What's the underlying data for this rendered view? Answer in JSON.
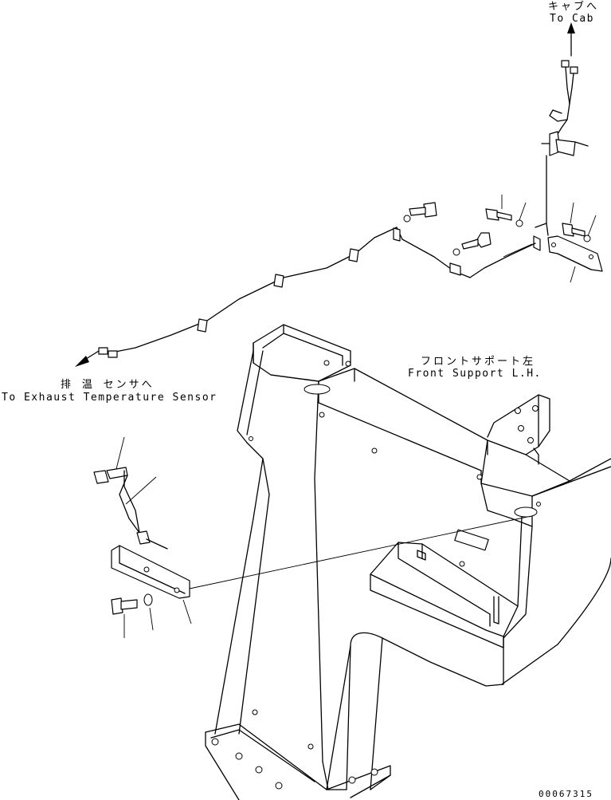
{
  "labels": {
    "to_cab_jp": "キャブへ",
    "to_cab_en": "To Cab",
    "front_support_jp": "フロントサポート左",
    "front_support_en": "Front Support L.H.",
    "exhaust_sensor_jp": "排 温 センサへ",
    "exhaust_sensor_en": "To Exhaust Temperature Sensor"
  },
  "drawing_code": "00067315"
}
